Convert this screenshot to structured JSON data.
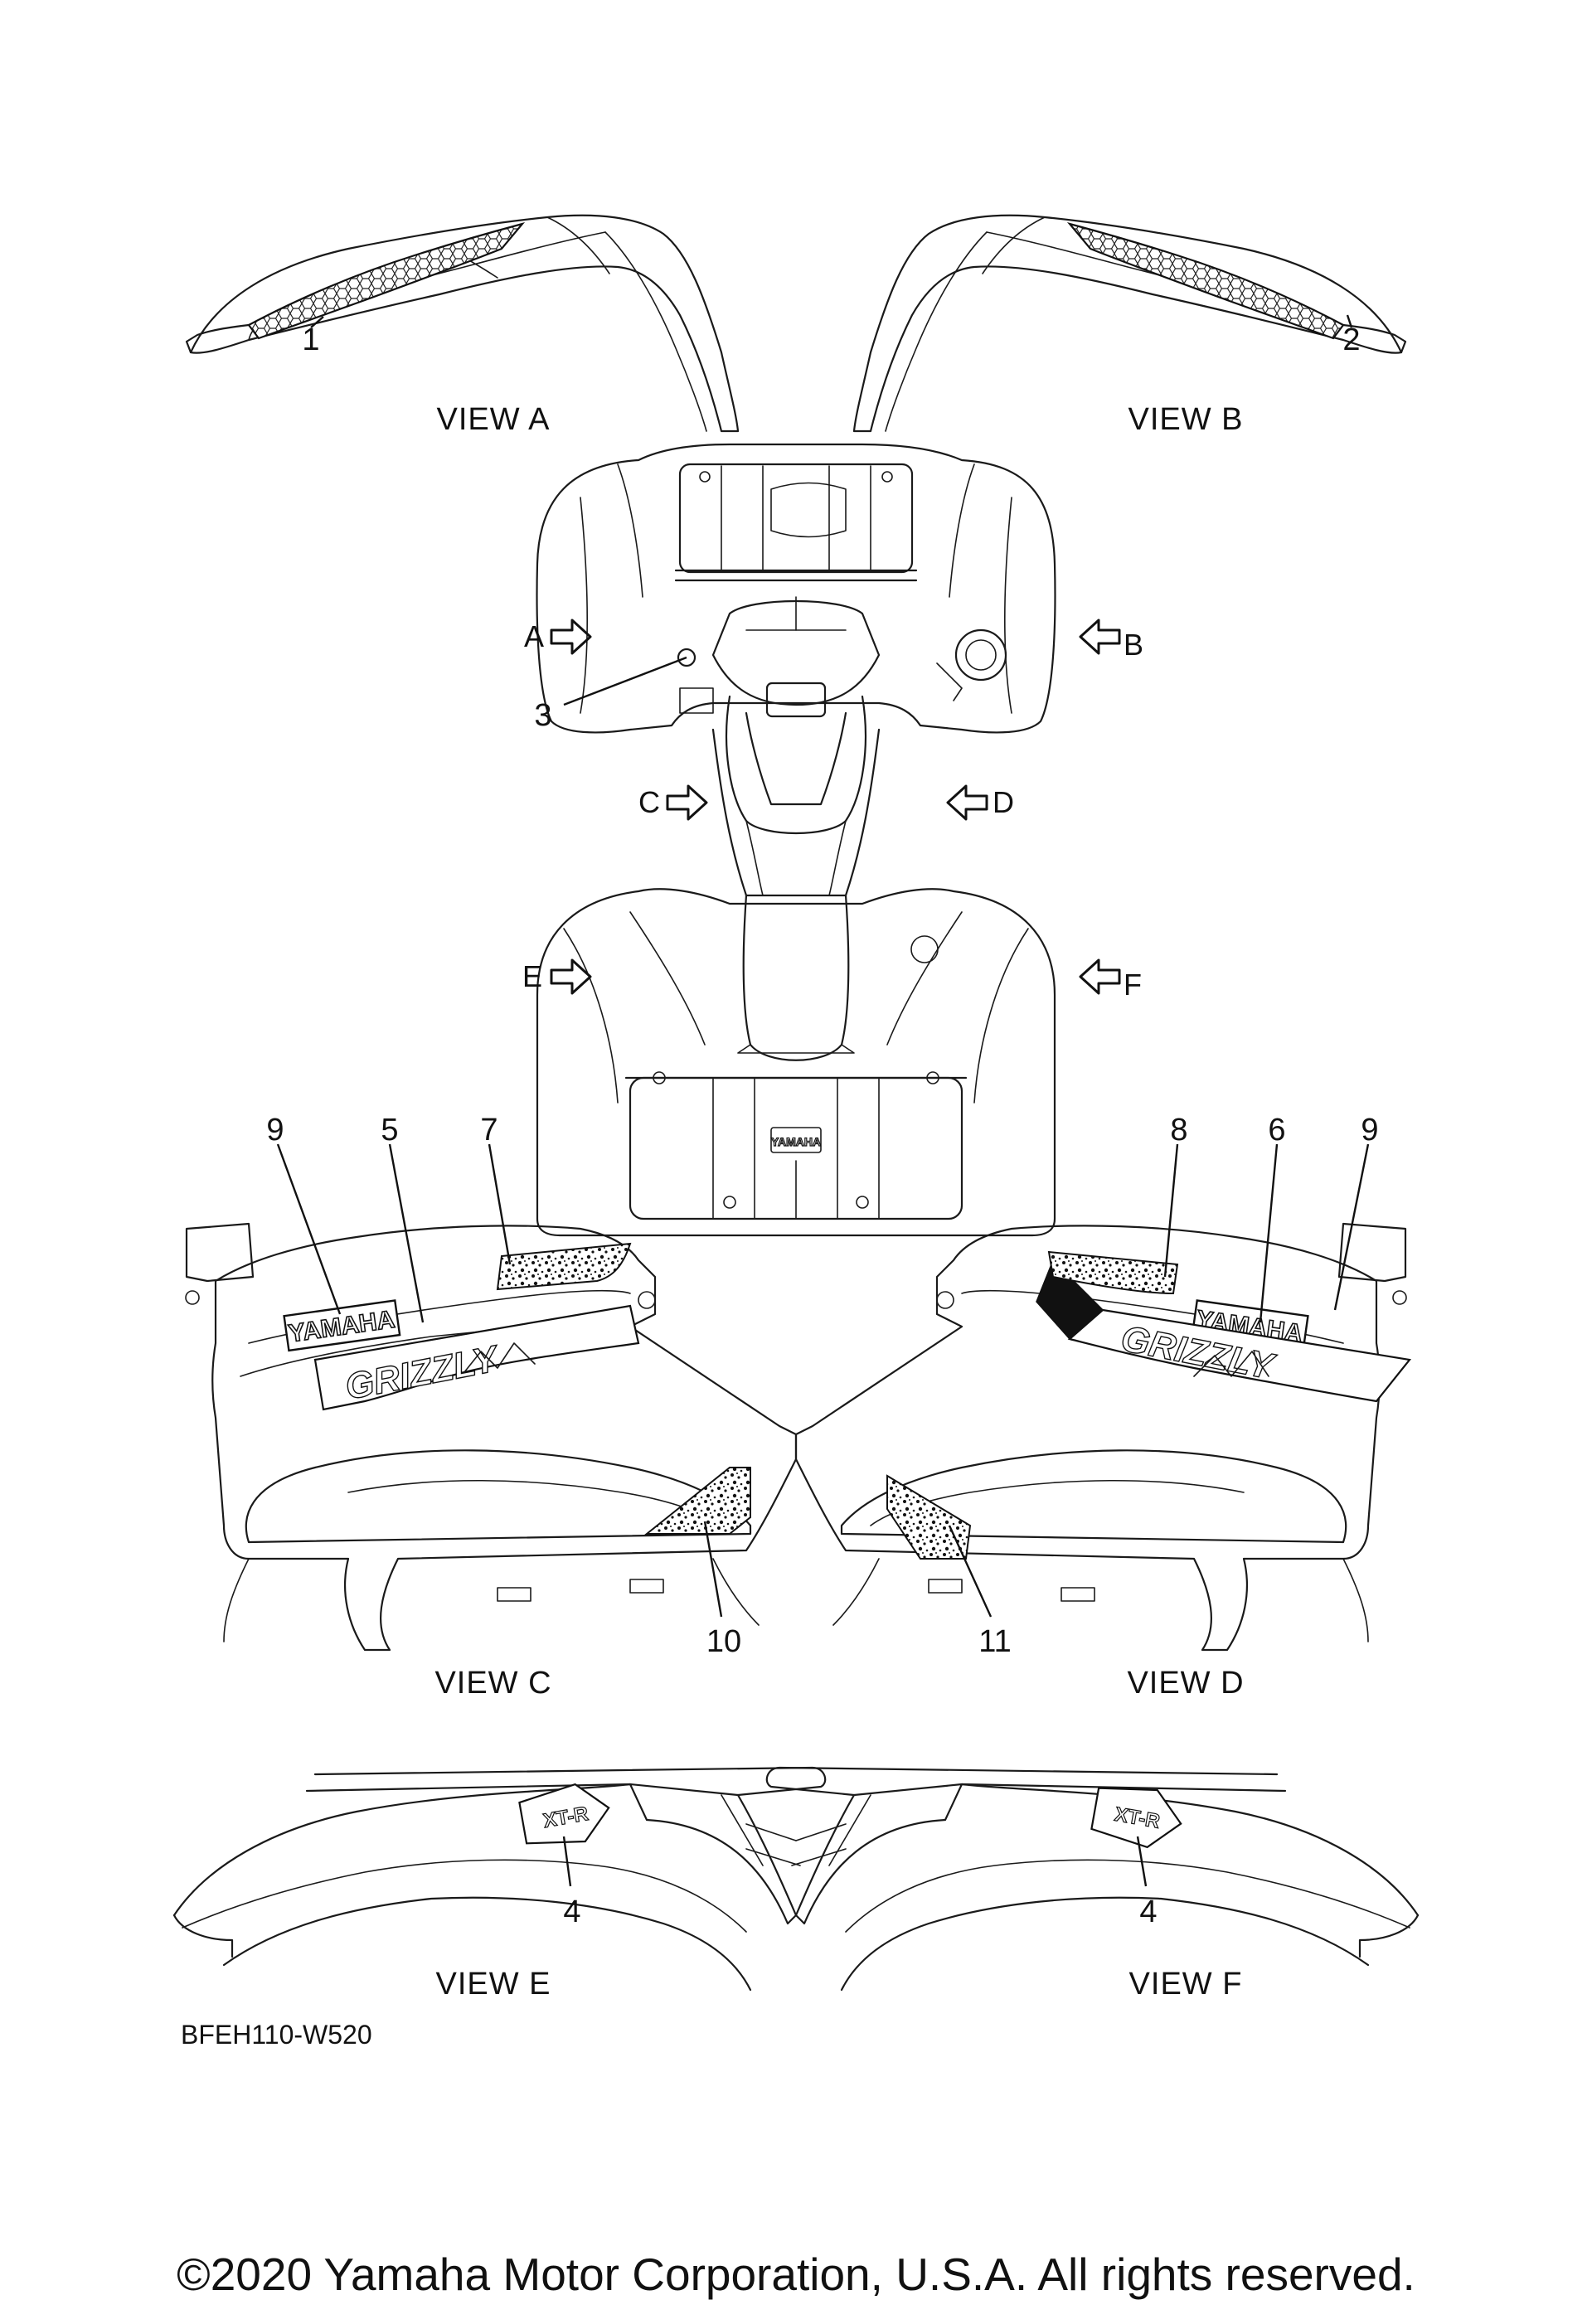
{
  "views": {
    "a": "VIEW A",
    "b": "VIEW B",
    "c": "VIEW C",
    "d": "VIEW D",
    "e": "VIEW E",
    "f": "VIEW F"
  },
  "arrows": {
    "a": "A",
    "b": "B",
    "c": "C",
    "d": "D",
    "e": "E",
    "f": "F"
  },
  "callouts": {
    "p1": "1",
    "p2": "2",
    "p3": "3",
    "p4_left": "4",
    "p4_right": "4",
    "p5": "5",
    "p6": "6",
    "p7": "7",
    "p8": "8",
    "p9_left": "9",
    "p9_right": "9",
    "p10": "10",
    "p11": "11"
  },
  "decals": {
    "brand_left": "YAMAHA",
    "brand_right": "YAMAHA",
    "model_left": "GRIZZLY",
    "model_right": "GRIZZLY",
    "rack_badge": "YAMAHA",
    "rear_badge_left": "XT-R",
    "rear_badge_right": "XT-R"
  },
  "diagram_code": "BFEH110-W520",
  "copyright": "©2020 Yamaha Motor Corporation, U.S.A. All rights reserved."
}
